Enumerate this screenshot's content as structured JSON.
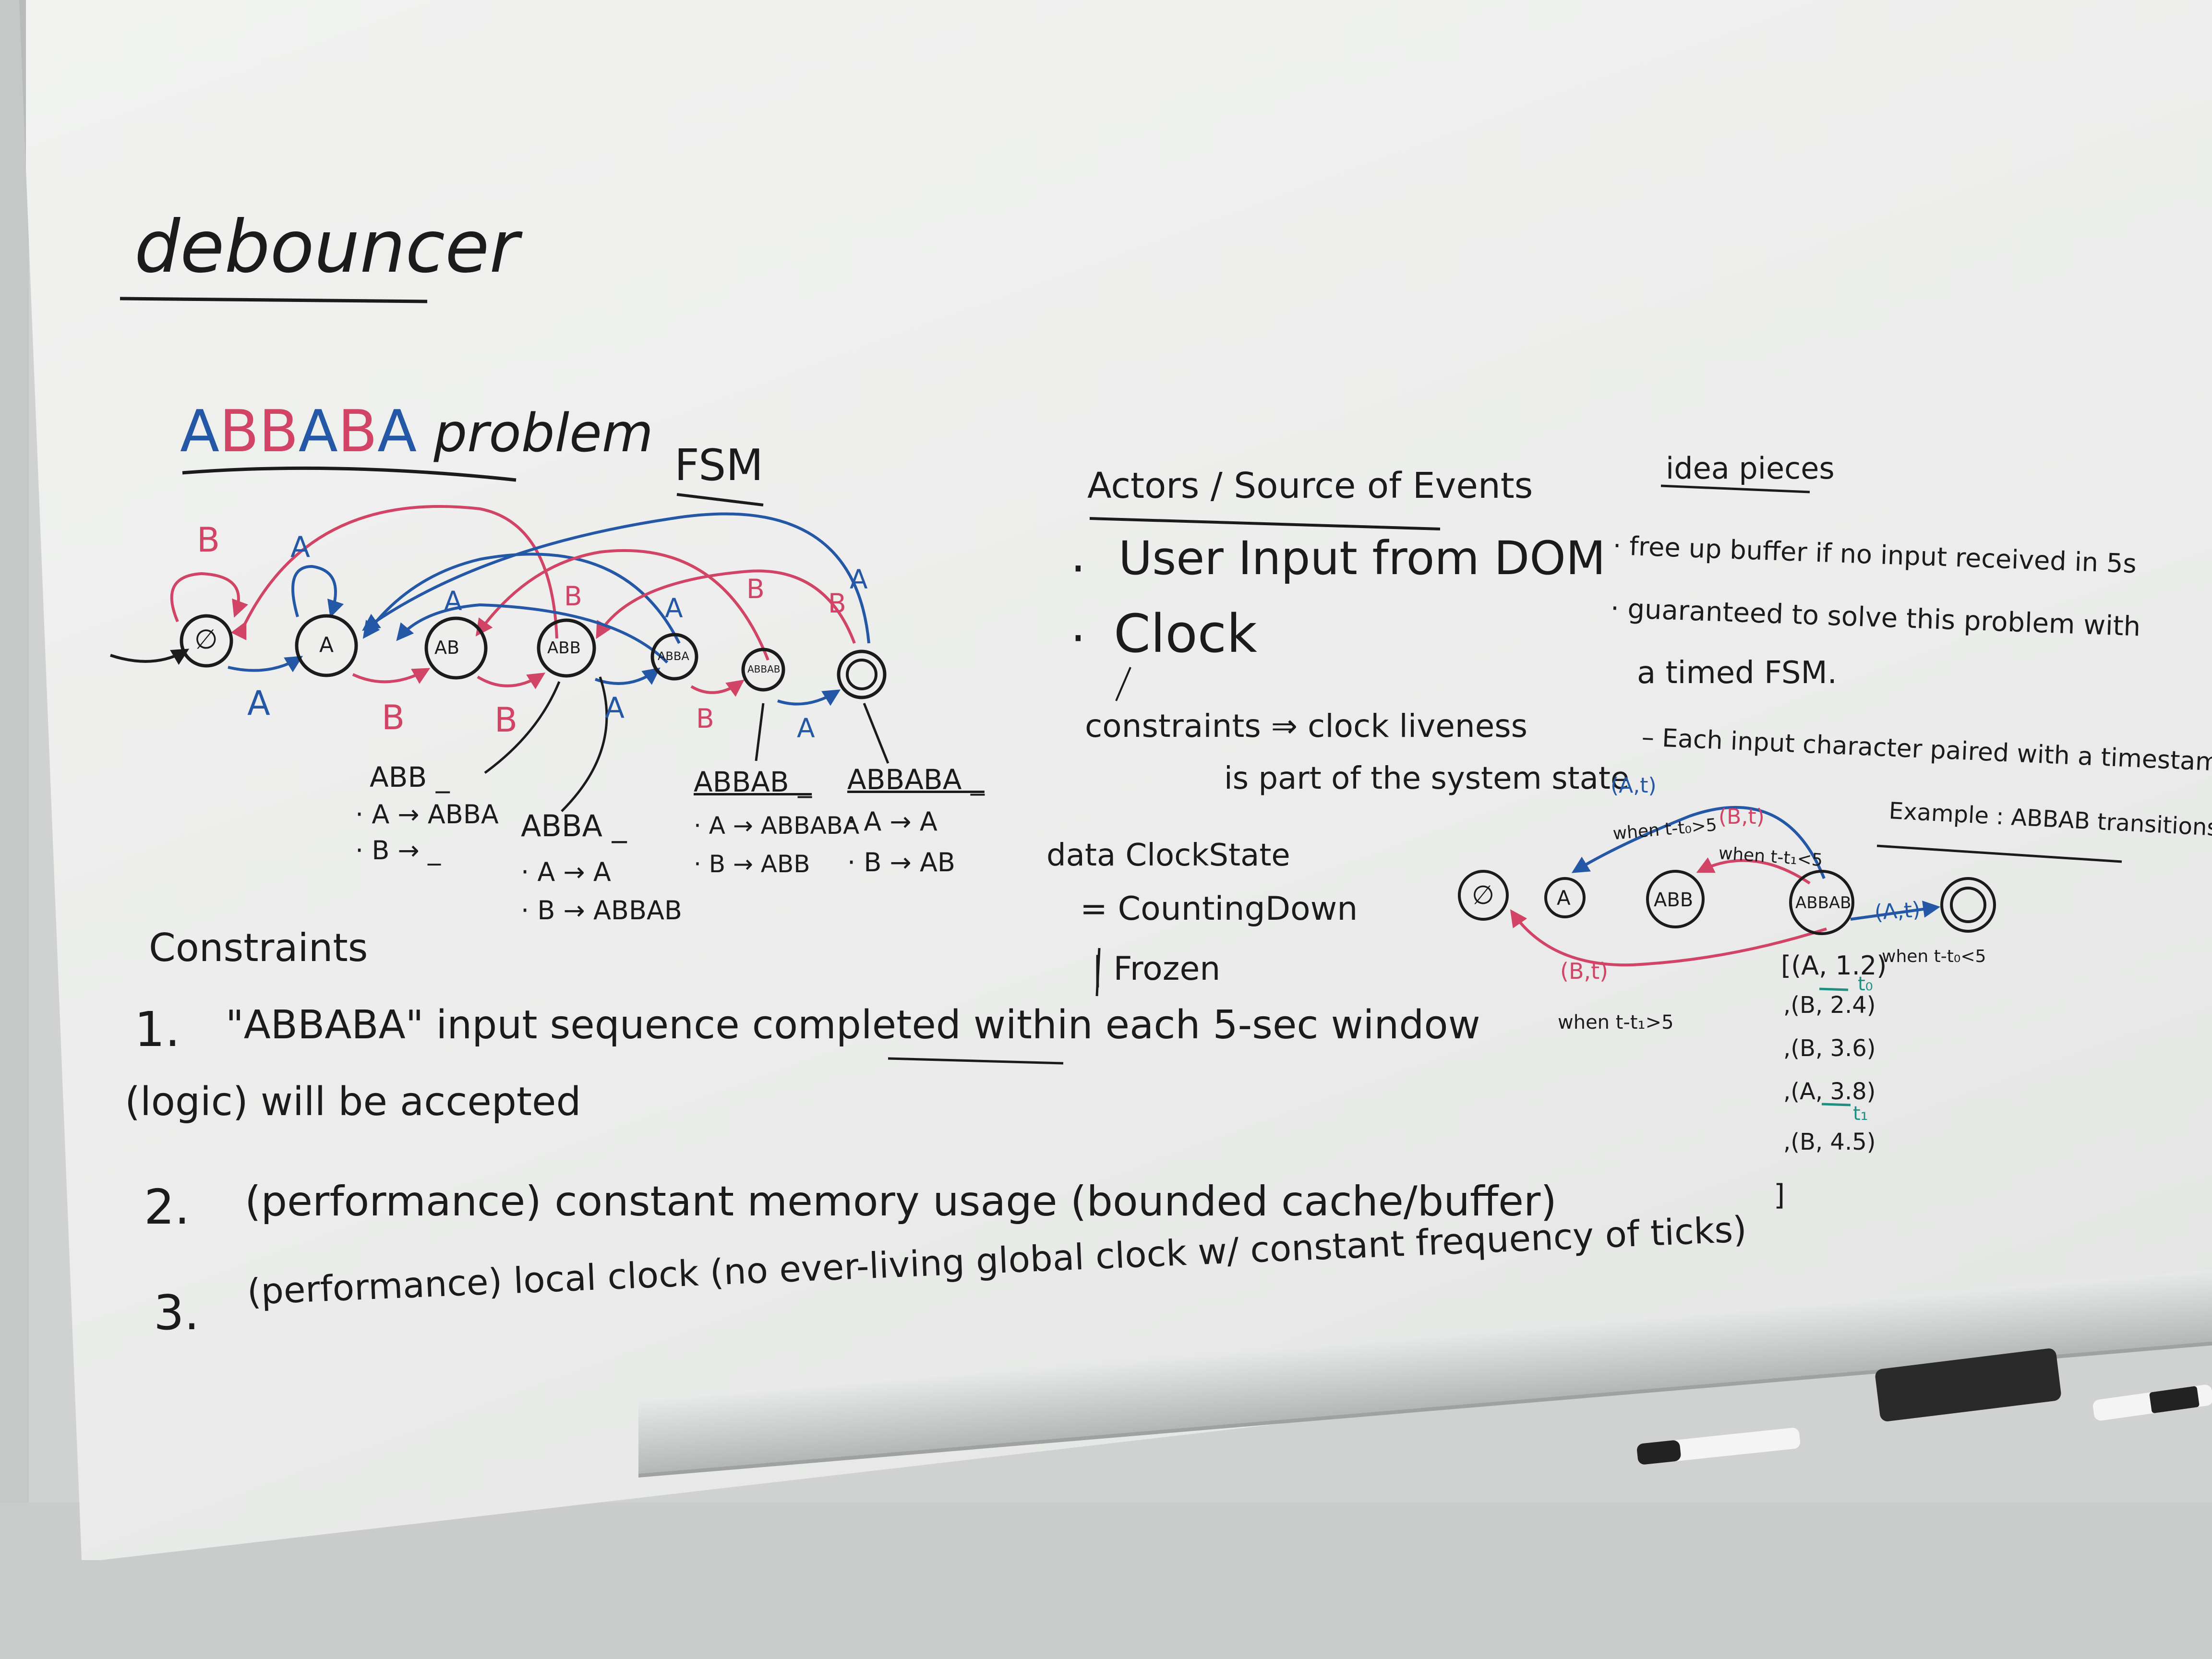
{
  "title": "debouncer",
  "problem_title": {
    "letters": [
      "A",
      "B",
      "B",
      "A",
      "B",
      "A"
    ],
    "rest": "problem"
  },
  "fsm": {
    "heading": "FSM",
    "states": [
      "∅",
      "A",
      "AB",
      "ABB",
      "ABBA",
      "ABBAB",
      "O"
    ],
    "edge_labels": {
      "forward": [
        "A",
        "B",
        "B",
        "A",
        "B",
        "A"
      ],
      "self_loops": [
        "B",
        "A"
      ],
      "back_arcs": [
        "A",
        "B",
        "B",
        "A",
        "B",
        "B",
        "A"
      ]
    },
    "notes": [
      {
        "label": "ABB _",
        "lines": [
          "· A → ABBA",
          "· B → _"
        ]
      },
      {
        "label": "ABBA _",
        "lines": [
          "· A → A",
          "· B → ABBAB"
        ]
      },
      {
        "label": "ABBAB _",
        "lines": [
          "· A → ABBABA",
          "· B → ABB"
        ]
      },
      {
        "label": "ABBABA _",
        "lines": [
          "· A → A",
          "· B → AB"
        ]
      }
    ]
  },
  "constraints": {
    "heading": "Constraints",
    "items": [
      {
        "num": "1.",
        "text": "\"ABBABA\" input sequence completed within each 5-sec window"
      },
      {
        "num": "",
        "text": "(logic) will be accepted"
      },
      {
        "num": "2.",
        "text": "(performance) constant memory usage (bounded cache/buffer)"
      },
      {
        "num": "3.",
        "text": "(performance) local clock (no ever-living global clock w/ constant frequency of ticks)"
      }
    ]
  },
  "actors": {
    "heading": "Actors / Source of Events",
    "items": [
      "User Input from DOM",
      "Clock"
    ],
    "constraint": "constraints ⇒ clock liveness",
    "constraint_cont": "is part of the system state",
    "clock_state": "data ClockState",
    "clock_alt1": "= CountingDown",
    "clock_alt2": "| Frozen"
  },
  "ideas": {
    "heading": "idea pieces",
    "items": [
      "· free up buffer if no input received in 5s",
      "· guaranteed to solve this problem with",
      "a timed FSM."
    ],
    "sub": "– Each input character paired with a timestamp",
    "example_title": "Example : ABBAB transitions",
    "states": [
      "∅",
      "A",
      "ABB",
      "ABBAB",
      "O"
    ],
    "labels": {
      "top_blue": "(A,t)",
      "top_blue_cond": "when t-t₀>5",
      "top_red": "(B,t)",
      "top_red_cond": "when t-t₁<5",
      "right_blue": "(A,t)",
      "right_blue_cond": "when t-t₀<5",
      "bottom_red": "(B,t)",
      "bottom_red_cond": "when t-t₁>5"
    },
    "list": [
      "[(A, 1.2)",
      ",(B, 2.4)",
      ",(B, 3.6)",
      ",(A, 3.8)",
      ",(B, 4.5)",
      "]"
    ],
    "marks": [
      "t₀",
      "t₁"
    ]
  }
}
